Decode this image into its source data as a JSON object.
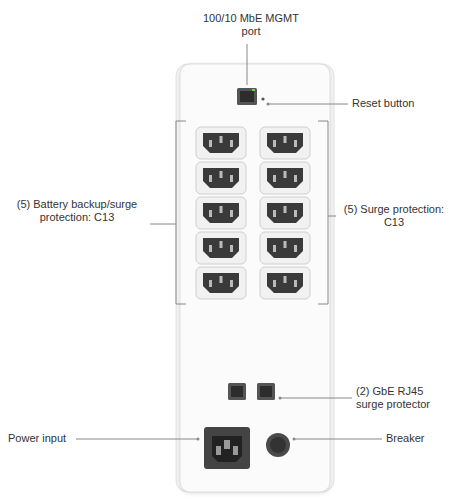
{
  "diagram": {
    "labels": [
      "100/10 MbE MGMT port",
      "Reset button",
      "(5) Battery backup/surge protection: C13",
      "(5) Surge protection: C13",
      "(2) GbE RJ45 surge protector",
      "Power input",
      "Breaker"
    ]
  }
}
